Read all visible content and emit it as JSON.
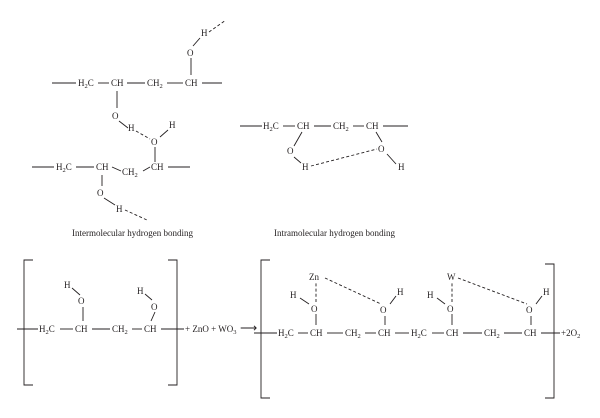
{
  "labels": {
    "c": "C",
    "h": "H",
    "o": "O",
    "ch": "CH",
    "h2": "H",
    "h2_sub": "2",
    "zn": "Zn",
    "w": "W"
  },
  "captions": {
    "intermolecular": "Intermolecular hydrogen bonding",
    "intramolecular": "Intramolecular hydrogen bonding"
  },
  "reaction": {
    "reagents_prefix": "+ ZnO + WO",
    "reagents_sub": "3",
    "arrow": "⟶",
    "product_prefix": "+2O",
    "product_sub": "2"
  }
}
